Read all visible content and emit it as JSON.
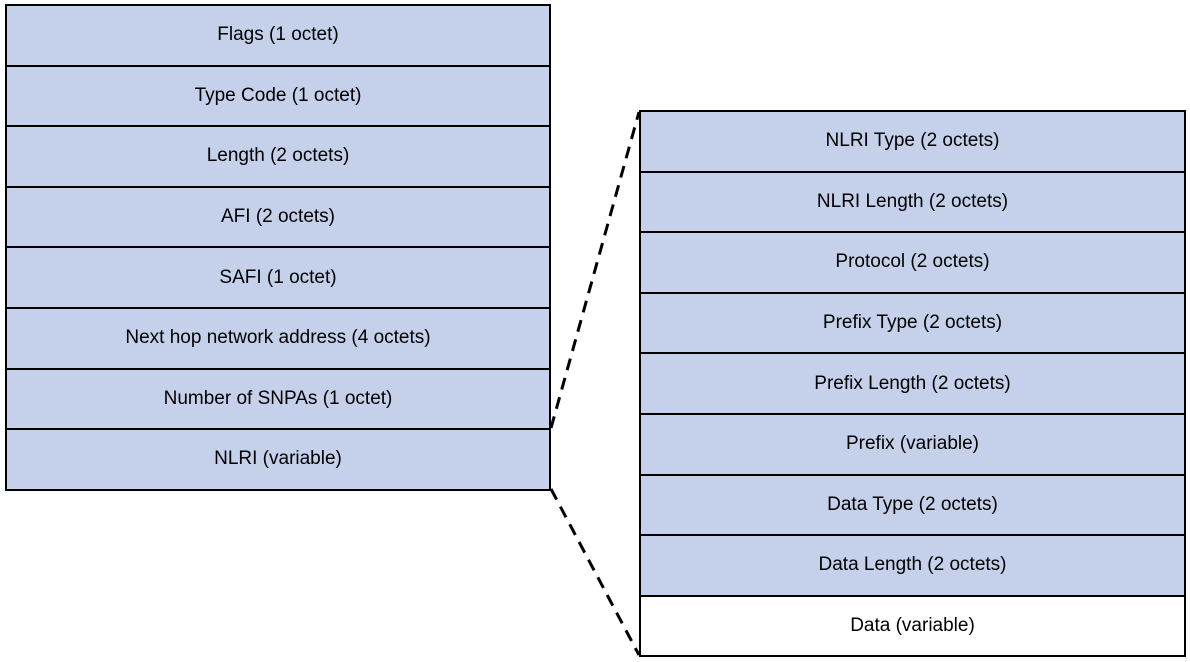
{
  "left_stack": {
    "fields": [
      {
        "label": "Flags (1 octet)"
      },
      {
        "label": "Type Code (1 octet)"
      },
      {
        "label": "Length (2 octets)"
      },
      {
        "label": "AFI (2 octets)"
      },
      {
        "label": "SAFI (1 octet)"
      },
      {
        "label": "Next hop network address (4 octets)"
      },
      {
        "label": "Number of SNPAs (1 octet)"
      },
      {
        "label": "NLRI (variable)"
      }
    ]
  },
  "right_stack": {
    "fields": [
      {
        "label": "NLRI Type (2 octets)"
      },
      {
        "label": "NLRI Length (2 octets)"
      },
      {
        "label": "Protocol (2 octets)"
      },
      {
        "label": "Prefix Type (2 octets)"
      },
      {
        "label": "Prefix Length (2 octets)"
      },
      {
        "label": "Prefix (variable)"
      },
      {
        "label": "Data Type (2 octets)"
      },
      {
        "label": "Data Length (2 octets)"
      },
      {
        "label": "Data (variable)"
      }
    ]
  },
  "colors": {
    "field_fill": "#c5d1ea",
    "highlight_fill": "#ffffff",
    "border": "#000000"
  }
}
